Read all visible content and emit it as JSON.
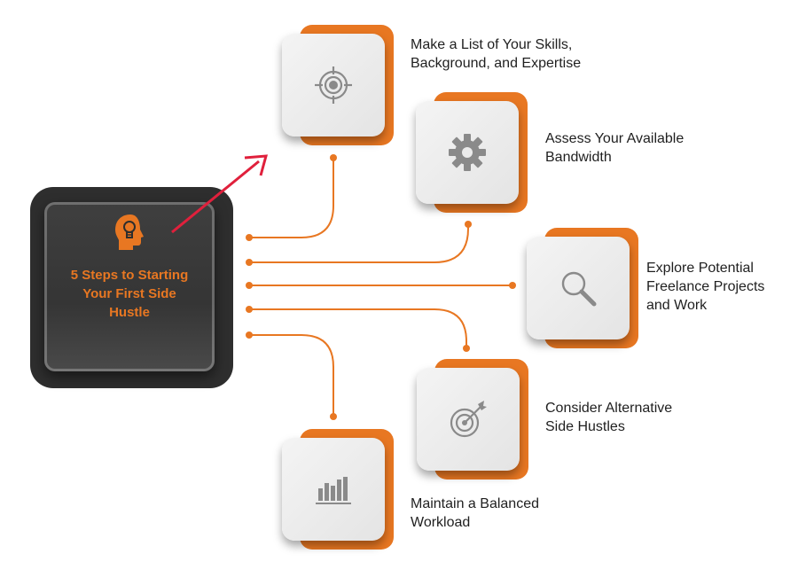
{
  "center": {
    "title_lines": [
      "5 Steps to Starting",
      "Your First Side",
      "Hustle"
    ]
  },
  "steps": [
    {
      "icon": "crosshair-icon",
      "lines": [
        "Make a List of Your Skills,",
        "Background, and Expertise"
      ]
    },
    {
      "icon": "gear-icon",
      "lines": [
        "Assess Your Available",
        "Bandwidth"
      ]
    },
    {
      "icon": "magnifier-icon",
      "lines": [
        "Explore Potential",
        "Freelance Projects",
        "and Work"
      ]
    },
    {
      "icon": "target-arrow-icon",
      "lines": [
        "Consider Alternative",
        "Side Hustles"
      ]
    },
    {
      "icon": "bar-chart-icon",
      "lines": [
        "Maintain a Balanced",
        "Workload"
      ]
    }
  ],
  "colors": {
    "accent": "#e87722",
    "dark": "#2e2e2e",
    "arrow": "#e0203c",
    "icon": "#8a8a8a"
  }
}
